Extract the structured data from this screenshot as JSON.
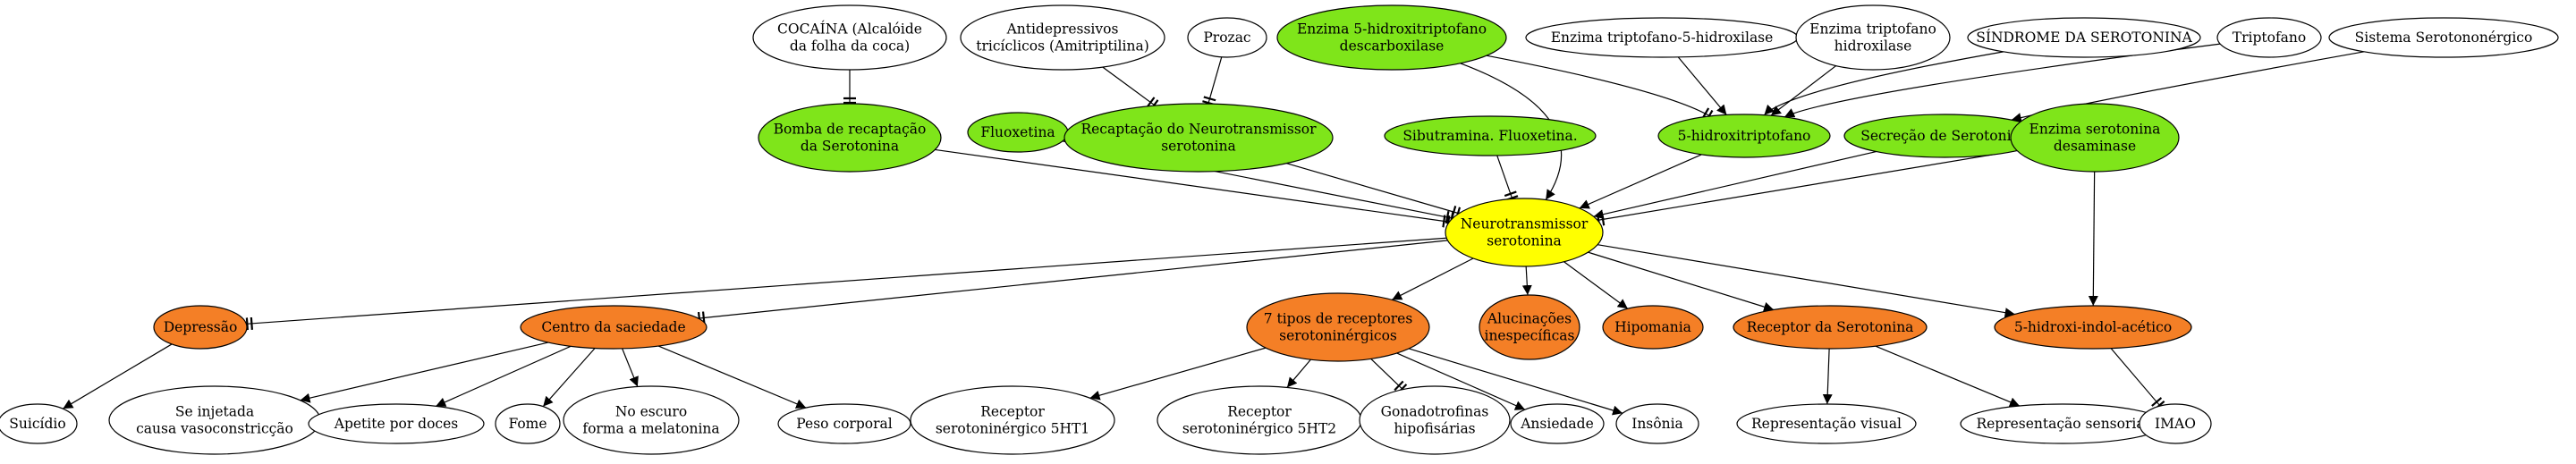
{
  "graph": {
    "colors": {
      "white": "#ffffff",
      "green": "#7fe51a",
      "yellow": "#ffff00",
      "orange": "#f47f26",
      "stroke": "#000000"
    },
    "nodes": [
      {
        "id": "cocaina",
        "fill": "white",
        "lines": [
          "COCAÍNA (Alcalóide",
          "da folha da coca)"
        ]
      },
      {
        "id": "antidepressivos",
        "fill": "white",
        "lines": [
          "Antidepressivos",
          "tricíclicos (Amitriptilina)"
        ]
      },
      {
        "id": "prozac",
        "fill": "white",
        "lines": [
          "Prozac"
        ]
      },
      {
        "id": "enzima-descarboxilase",
        "fill": "green",
        "lines": [
          "Enzima 5-hidroxitriptofano",
          "descarboxilase"
        ]
      },
      {
        "id": "enzima-hidroxilase",
        "fill": "white",
        "lines": [
          "Enzima triptofano-5-hidroxilase"
        ]
      },
      {
        "id": "enzima-triptofano-hidroxilase",
        "fill": "white",
        "lines": [
          "Enzima triptofano",
          "hidroxilase"
        ]
      },
      {
        "id": "sindrome",
        "fill": "white",
        "lines": [
          "SÍNDROME DA SEROTONINA"
        ]
      },
      {
        "id": "triptofano",
        "fill": "white",
        "lines": [
          "Triptofano"
        ]
      },
      {
        "id": "sistema",
        "fill": "white",
        "lines": [
          "Sistema Serotononérgico"
        ]
      },
      {
        "id": "bomba",
        "fill": "green",
        "lines": [
          "Bomba de recaptação",
          "da Serotonina"
        ]
      },
      {
        "id": "fluoxetina",
        "fill": "green",
        "lines": [
          "Fluoxetina"
        ]
      },
      {
        "id": "recaptacao",
        "fill": "green",
        "lines": [
          "Recaptação do Neurotransmissor",
          "serotonina"
        ]
      },
      {
        "id": "sibutramina",
        "fill": "green",
        "lines": [
          "Sibutramina. Fluoxetina."
        ]
      },
      {
        "id": "hidroxitriptofano",
        "fill": "green",
        "lines": [
          "5-hidroxitriptofano"
        ]
      },
      {
        "id": "secrecao",
        "fill": "green",
        "lines": [
          "Secreção de Serotonina"
        ]
      },
      {
        "id": "enzima-desaminase",
        "fill": "green",
        "lines": [
          "Enzima serotonina",
          "desaminase"
        ]
      },
      {
        "id": "neuro",
        "fill": "yellow",
        "lines": [
          "Neurotransmissor",
          "serotonina"
        ]
      },
      {
        "id": "depressao",
        "fill": "orange",
        "lines": [
          "Depressão"
        ]
      },
      {
        "id": "saciedade",
        "fill": "orange",
        "lines": [
          "Centro da saciedade"
        ]
      },
      {
        "id": "receptores7",
        "fill": "orange",
        "lines": [
          "7 tipos de receptores",
          "serotoninérgicos"
        ]
      },
      {
        "id": "alucinacoes",
        "fill": "orange",
        "lines": [
          "Alucinações",
          "inespecíficas"
        ]
      },
      {
        "id": "hipomania",
        "fill": "orange",
        "lines": [
          "Hipomania"
        ]
      },
      {
        "id": "receptor",
        "fill": "orange",
        "lines": [
          "Receptor da Serotonina"
        ]
      },
      {
        "id": "indol",
        "fill": "orange",
        "lines": [
          "5-hidroxi-indol-acético"
        ]
      },
      {
        "id": "suicidio",
        "fill": "white",
        "lines": [
          "Suicídio"
        ]
      },
      {
        "id": "injetada",
        "fill": "white",
        "lines": [
          "Se injetada",
          "causa vasoconstricção"
        ]
      },
      {
        "id": "apetite",
        "fill": "white",
        "lines": [
          "Apetite por doces"
        ]
      },
      {
        "id": "fome",
        "fill": "white",
        "lines": [
          "Fome"
        ]
      },
      {
        "id": "escuro",
        "fill": "white",
        "lines": [
          "No escuro",
          "forma a melatonina"
        ]
      },
      {
        "id": "peso",
        "fill": "white",
        "lines": [
          "Peso corporal"
        ]
      },
      {
        "id": "receptor5ht1",
        "fill": "white",
        "lines": [
          "Receptor",
          "serotoninérgico 5HT1"
        ]
      },
      {
        "id": "receptor5ht2",
        "fill": "white",
        "lines": [
          "Receptor",
          "serotoninérgico 5HT2"
        ]
      },
      {
        "id": "gonadotrofinas",
        "fill": "white",
        "lines": [
          "Gonadotrofinas",
          "hipofisárias"
        ]
      },
      {
        "id": "ansiedade",
        "fill": "white",
        "lines": [
          "Ansiedade"
        ]
      },
      {
        "id": "insonia",
        "fill": "white",
        "lines": [
          "Insônia"
        ]
      },
      {
        "id": "visual",
        "fill": "white",
        "lines": [
          "Representação visual"
        ]
      },
      {
        "id": "sensorial",
        "fill": "white",
        "lines": [
          "Representação sensorial"
        ]
      },
      {
        "id": "imao",
        "fill": "white",
        "lines": [
          "IMAO"
        ]
      }
    ],
    "edges": [
      {
        "from": "cocaina",
        "to": "bomba",
        "head": "tee"
      },
      {
        "from": "antidepressivos",
        "to": "recaptacao",
        "head": "tee"
      },
      {
        "from": "prozac",
        "to": "recaptacao",
        "head": "tee"
      },
      {
        "from": "enzima-descarboxilase",
        "to": "hidroxitriptofano",
        "head": "tee"
      },
      {
        "from": "enzima-descarboxilase",
        "to": "neuro",
        "head": "arrow"
      },
      {
        "from": "enzima-hidroxilase",
        "to": "hidroxitriptofano",
        "head": "arrow"
      },
      {
        "from": "enzima-triptofano-hidroxilase",
        "to": "hidroxitriptofano",
        "head": "arrow"
      },
      {
        "from": "sindrome",
        "to": "hidroxitriptofano",
        "head": "arrow"
      },
      {
        "from": "triptofano",
        "to": "hidroxitriptofano",
        "head": "arrow"
      },
      {
        "from": "sistema",
        "to": "secrecao",
        "head": "arrow"
      },
      {
        "from": "bomba",
        "to": "neuro",
        "head": "tee"
      },
      {
        "from": "fluoxetina",
        "to": "neuro",
        "head": "tee"
      },
      {
        "from": "recaptacao",
        "to": "neuro",
        "head": "tee"
      },
      {
        "from": "sibutramina",
        "to": "neuro",
        "head": "tee"
      },
      {
        "from": "hidroxitriptofano",
        "to": "neuro",
        "head": "arrow"
      },
      {
        "from": "secrecao",
        "to": "neuro",
        "head": "arrow"
      },
      {
        "from": "enzima-desaminase",
        "to": "neuro",
        "head": "tee"
      },
      {
        "from": "enzima-desaminase",
        "to": "indol",
        "head": "arrow"
      },
      {
        "from": "neuro",
        "to": "depressao",
        "head": "tee"
      },
      {
        "from": "neuro",
        "to": "saciedade",
        "head": "tee"
      },
      {
        "from": "neuro",
        "to": "receptores7",
        "head": "arrow"
      },
      {
        "from": "neuro",
        "to": "alucinacoes",
        "head": "arrow"
      },
      {
        "from": "neuro",
        "to": "hipomania",
        "head": "arrow"
      },
      {
        "from": "neuro",
        "to": "receptor",
        "head": "arrow"
      },
      {
        "from": "neuro",
        "to": "indol",
        "head": "arrow"
      },
      {
        "from": "depressao",
        "to": "suicidio",
        "head": "arrow"
      },
      {
        "from": "saciedade",
        "to": "injetada",
        "head": "arrow"
      },
      {
        "from": "saciedade",
        "to": "apetite",
        "head": "arrow"
      },
      {
        "from": "saciedade",
        "to": "fome",
        "head": "arrow"
      },
      {
        "from": "saciedade",
        "to": "escuro",
        "head": "arrow"
      },
      {
        "from": "saciedade",
        "to": "peso",
        "head": "arrow"
      },
      {
        "from": "receptores7",
        "to": "receptor5ht1",
        "head": "arrow"
      },
      {
        "from": "receptores7",
        "to": "receptor5ht2",
        "head": "arrow"
      },
      {
        "from": "receptores7",
        "to": "gonadotrofinas",
        "head": "tee"
      },
      {
        "from": "receptores7",
        "to": "ansiedade",
        "head": "arrow"
      },
      {
        "from": "receptores7",
        "to": "insonia",
        "head": "arrow"
      },
      {
        "from": "receptor",
        "to": "visual",
        "head": "arrow"
      },
      {
        "from": "receptor",
        "to": "sensorial",
        "head": "arrow"
      },
      {
        "from": "indol",
        "to": "imao",
        "head": "tee"
      }
    ]
  }
}
